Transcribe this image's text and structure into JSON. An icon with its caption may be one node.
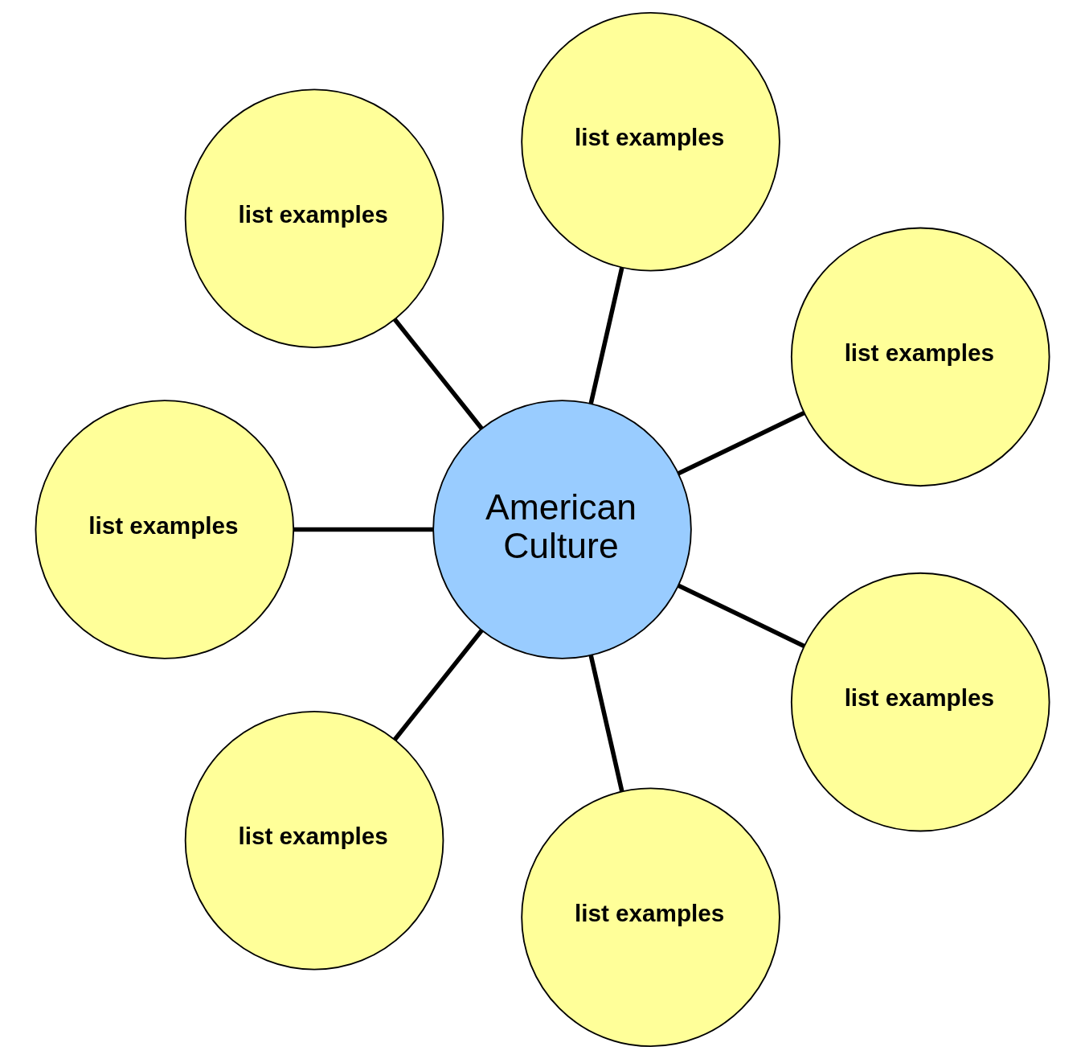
{
  "diagram": {
    "nodes": [
      {
        "text": [
          "American Culture"
        ]
      },
      {
        "text": [
          "list examples"
        ]
      },
      {
        "text": [
          "list examples"
        ]
      },
      {
        "text": [
          "list examples"
        ]
      },
      {
        "text": [
          "list examples"
        ]
      },
      {
        "text": [
          "list examples"
        ]
      },
      {
        "text": [
          "list examples"
        ]
      },
      {
        "text": [
          "list examples"
        ]
      }
    ],
    "edges": [
      {
        "from": 0,
        "to": 1,
        "arrow": "none"
      },
      {
        "from": 0,
        "to": 2,
        "arrow": "none"
      },
      {
        "from": 0,
        "to": 3,
        "arrow": "none"
      },
      {
        "from": 0,
        "to": 4,
        "arrow": "none"
      },
      {
        "from": 0,
        "to": 5,
        "arrow": "none"
      },
      {
        "from": 0,
        "to": 6,
        "arrow": "none"
      },
      {
        "from": 0,
        "to": 7,
        "arrow": "none"
      }
    ]
  }
}
